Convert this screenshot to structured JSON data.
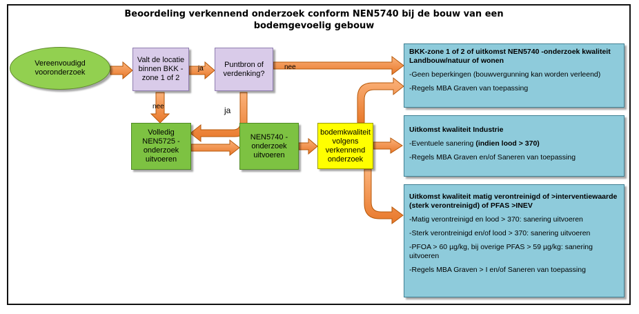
{
  "title": {
    "line1": "Beoordeling verkennend onderzoek conform NEN5740 bij de bouw van een",
    "line2": "bodemgevoelig gebouw"
  },
  "nodes": {
    "start": "Vereenvoudigd vooronderzoek",
    "bkk_question": "Valt de locatie binnen BKK - zone 1 of 2",
    "puntbron": "Puntbron of verdenking?",
    "nen5725": "Volledig NEN5725 - onderzoek uitvoeren",
    "nen5740": "NEN5740 - onderzoek uitvoeren",
    "bodemkwaliteit": "bodemkwaliteit volgens verkennend onderzoek"
  },
  "edge_labels": {
    "ja_1": "ja",
    "nee_1": "nee",
    "nee_2": "nee",
    "ja_2": "ja"
  },
  "panels": {
    "landbouw": {
      "heading": "BKK-zone 1 of 2 of uitkomst NEN5740 -onderzoek kwaliteit Landbouw/natuur of wonen",
      "item1": "-Geen beperkingen (bouwvergunning kan worden verleend)",
      "item2": "-Regels MBA Graven van toepassing"
    },
    "industrie": {
      "heading": "Uitkomst kwaliteit Industrie",
      "item1_prefix": "-Eventuele sanering",
      "item1_bold": "(indien lood > 370)",
      "item2": "-Regels MBA Graven en/of Saneren van toepassing"
    },
    "verontreinigd": {
      "heading": "Uitkomst kwaliteit matig verontreinigd of >interventiewaarde (sterk verontreinigd) of PFAS >INEV",
      "item1": "-Matig verontreinigd en lood > 370: sanering uitvoeren",
      "item2": "-Sterk verontreinigd en/of lood > 370: sanering uitvoeren",
      "item3": "-PFOA > 60 µg/kg, bij overige PFAS > 59 µg/kg: sanering uitvoeren",
      "item4": "-Regels MBA Graven > I en/of Saneren van toepassing"
    }
  },
  "colors": {
    "arrow_fill": "#f79646",
    "arrow_stroke": "#b65708",
    "start_fill": "#92d050",
    "question_fill": "#d9cbe9",
    "action_fill": "#7dc242",
    "decision_fill": "#ffff00",
    "panel_fill": "#8ecbdb"
  }
}
